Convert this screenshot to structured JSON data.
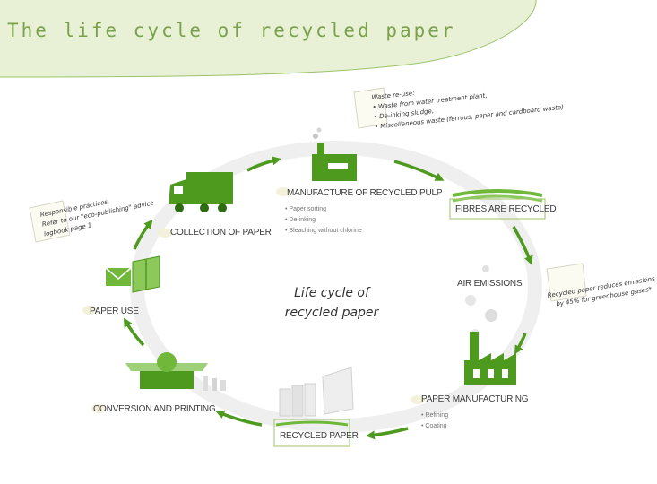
{
  "header": {
    "title": "The life cycle of recycled paper"
  },
  "center": {
    "line1": "Life cycle of",
    "line2": "recycled paper"
  },
  "stages": {
    "manufacture_pulp": {
      "label": "MANUFACTURE OF RECYCLED PULP",
      "bullets": [
        "Paper sorting",
        "De-inking",
        "Bleaching without chlorine"
      ]
    },
    "fibres": {
      "label": "FIBRES ARE RECYCLED"
    },
    "air": {
      "label": "AIR EMISSIONS"
    },
    "paper_manufacturing": {
      "label": "PAPER MANUFACTURING",
      "bullets": [
        "Refining",
        "Coating"
      ]
    },
    "recycled_paper": {
      "label": "RECYCLED PAPER"
    },
    "conversion": {
      "label": "CONVERSION AND PRINTING"
    },
    "paper_use": {
      "label": "PAPER USE"
    },
    "collection": {
      "label": "COLLECTION OF PAPER"
    }
  },
  "notes": {
    "waste": {
      "title": "Waste re-use:",
      "items": [
        "Waste from water treatment plant,",
        "De-inking sludge,",
        "Miscellaneous waste (ferrous, paper and cardboard waste)"
      ]
    },
    "responsible": {
      "lines": [
        "Responsible practices.",
        "Refer to our \"eco-publishing\" advice",
        "logbook page 1"
      ]
    },
    "greenhouse": {
      "lines": [
        "Recycled paper reduces emissions",
        "by 45% for greenhouse gases*"
      ]
    }
  },
  "colors": {
    "green": "#4e9a1f",
    "light_green": "#6fb83a",
    "header_band": "#e8f0d6",
    "ring": "#eeeeee"
  }
}
